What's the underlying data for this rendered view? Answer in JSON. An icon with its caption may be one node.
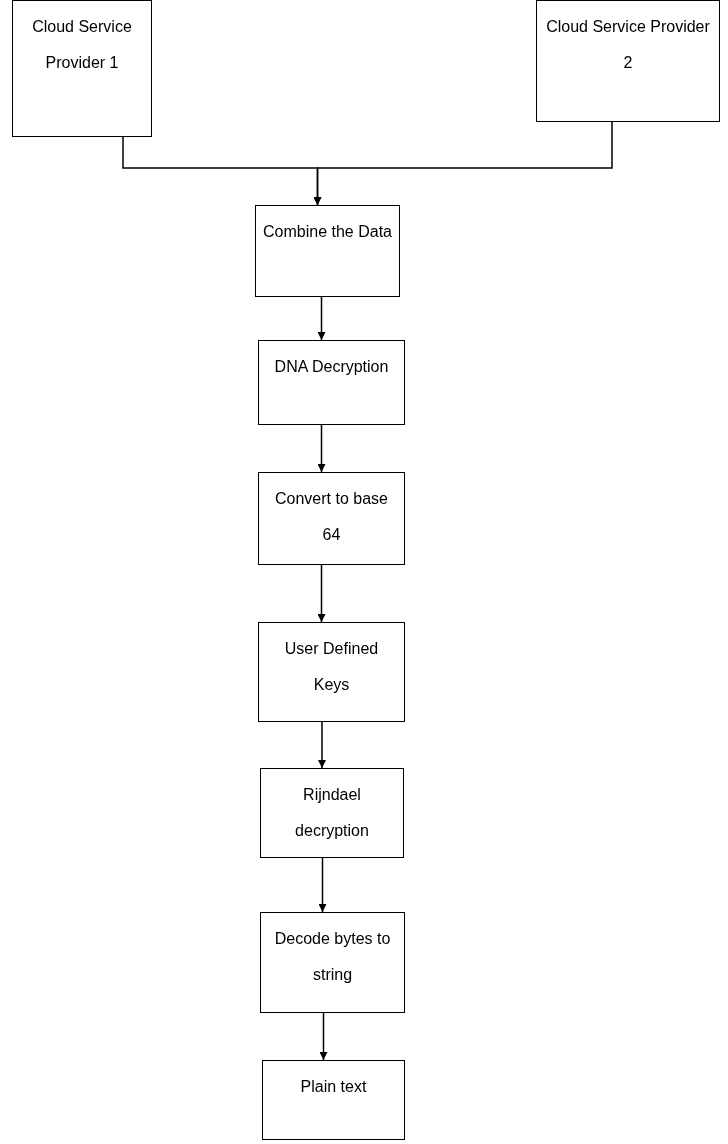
{
  "diagram": {
    "nodes": [
      {
        "text": [
          "Cloud Service Provider 1"
        ]
      },
      {
        "text": [
          "Cloud Service Provider 2"
        ]
      },
      {
        "text": [
          "Combine the Data"
        ]
      },
      {
        "text": [
          "DNA Decryption"
        ]
      },
      {
        "text": [
          "Convert to base 64"
        ]
      },
      {
        "text": [
          "User Defined Keys"
        ]
      },
      {
        "text": [
          "Rijndael decryption"
        ]
      },
      {
        "text": [
          "Decode bytes to string"
        ]
      },
      {
        "text": [
          "Plain text"
        ]
      }
    ],
    "edges": [
      {
        "from": 0,
        "to": 2,
        "arrow": "to"
      },
      {
        "from": 1,
        "to": 2,
        "arrow": "to"
      },
      {
        "from": 2,
        "to": 3,
        "arrow": "to"
      },
      {
        "from": 3,
        "to": 4,
        "arrow": "to"
      },
      {
        "from": 4,
        "to": 5,
        "arrow": "to"
      },
      {
        "from": 5,
        "to": 6,
        "arrow": "to"
      },
      {
        "from": 6,
        "to": 7,
        "arrow": "to"
      },
      {
        "from": 7,
        "to": 8,
        "arrow": "to"
      }
    ]
  }
}
